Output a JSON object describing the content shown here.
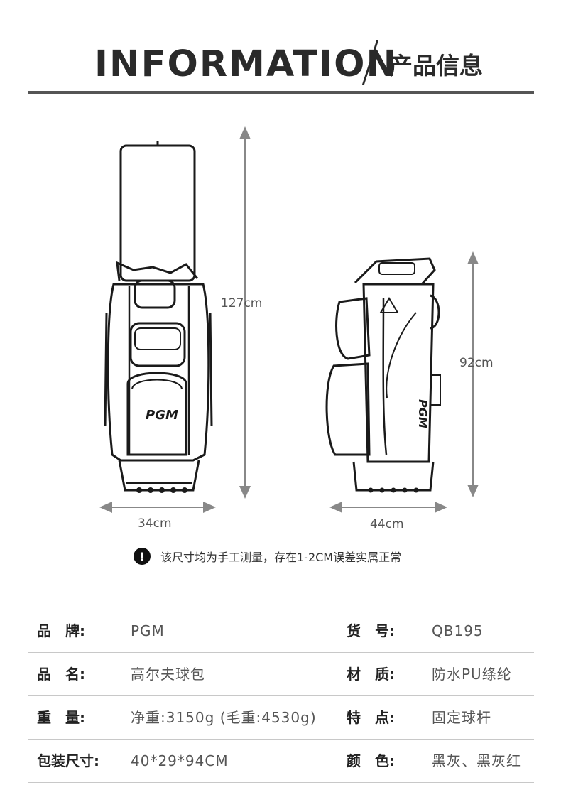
{
  "header": {
    "title_en": "INFORMATION",
    "title_cn": "产品信息"
  },
  "dimensions": {
    "front_height": "127cm",
    "front_width": "34cm",
    "side_height": "92cm",
    "side_width": "44cm",
    "front_logo": "PGM",
    "side_logo": "PGM"
  },
  "note": {
    "icon": "exclamation-icon",
    "text": "该尺寸均为手工测量，存在1-2CM误差实属正常"
  },
  "specs": [
    {
      "left_label": "品　牌:",
      "left_value": "PGM",
      "right_label": "货　号:",
      "right_value": "QB195"
    },
    {
      "left_label": "品　名:",
      "left_value": "高尔夫球包",
      "right_label": "材　质:",
      "right_value": "防水PU绦纶"
    },
    {
      "left_label": "重　量:",
      "left_value": "净重:3150g (毛重:4530g)",
      "right_label": "特　点:",
      "right_value": "固定球杆"
    },
    {
      "left_label": "包装尺寸:",
      "left_value": "40*29*94CM",
      "right_label": "颜　色:",
      "right_value": "黑灰、黑灰红"
    }
  ]
}
